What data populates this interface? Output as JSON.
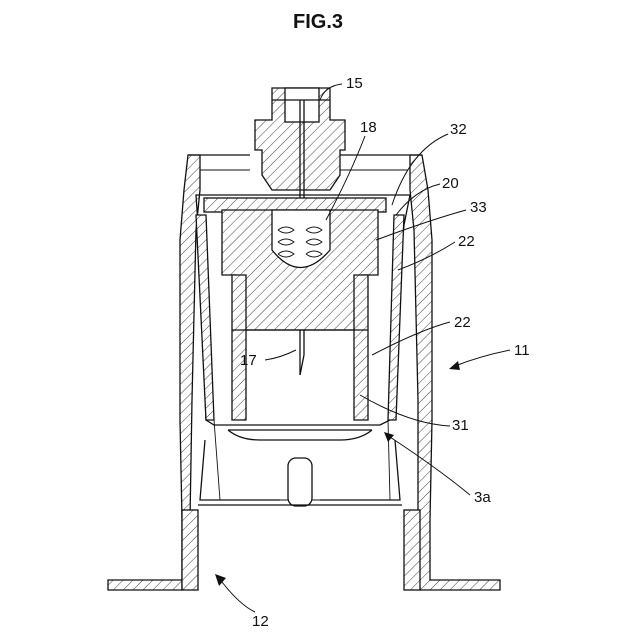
{
  "figure": {
    "title": "FIG.3"
  },
  "labels": {
    "l15": "15",
    "l18": "18",
    "l32": "32",
    "l20": "20",
    "l33": "33",
    "l22a": "22",
    "l22b": "22",
    "l11": "11",
    "l17": "17",
    "l31": "31",
    "l3a": "3a",
    "l12": "12"
  }
}
